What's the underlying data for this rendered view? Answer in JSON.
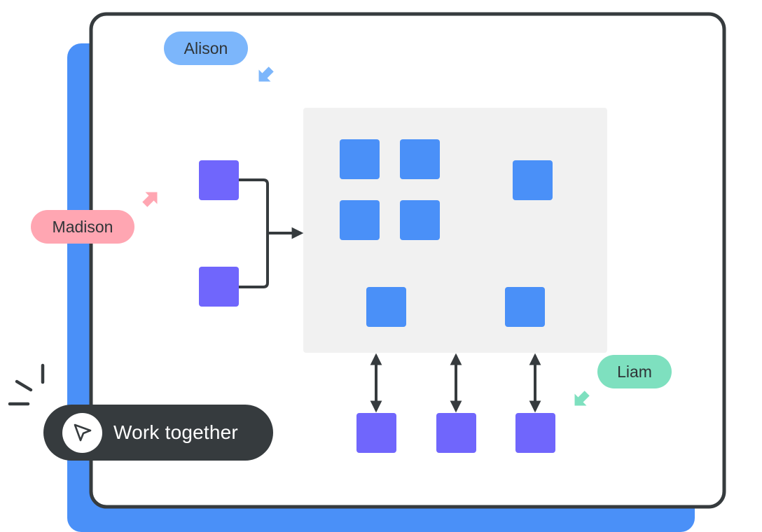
{
  "collaborators": {
    "alison": "Alison",
    "madison": "Madison",
    "liam": "Liam"
  },
  "badge": {
    "label": "Work together",
    "icon": "cursor-arrow-icon"
  },
  "colors": {
    "backdrop_blue": "#4a90f8",
    "board_border": "#363b3e",
    "board_background": "#ffffff",
    "panel_gray": "#f1f1f1",
    "node_blue": "#4a90f8",
    "node_purple": "#7066fc",
    "connector": "#363b3e",
    "alison": "#7cb6fb",
    "madison": "#ffa6b2",
    "liam": "#7ee0bf"
  }
}
